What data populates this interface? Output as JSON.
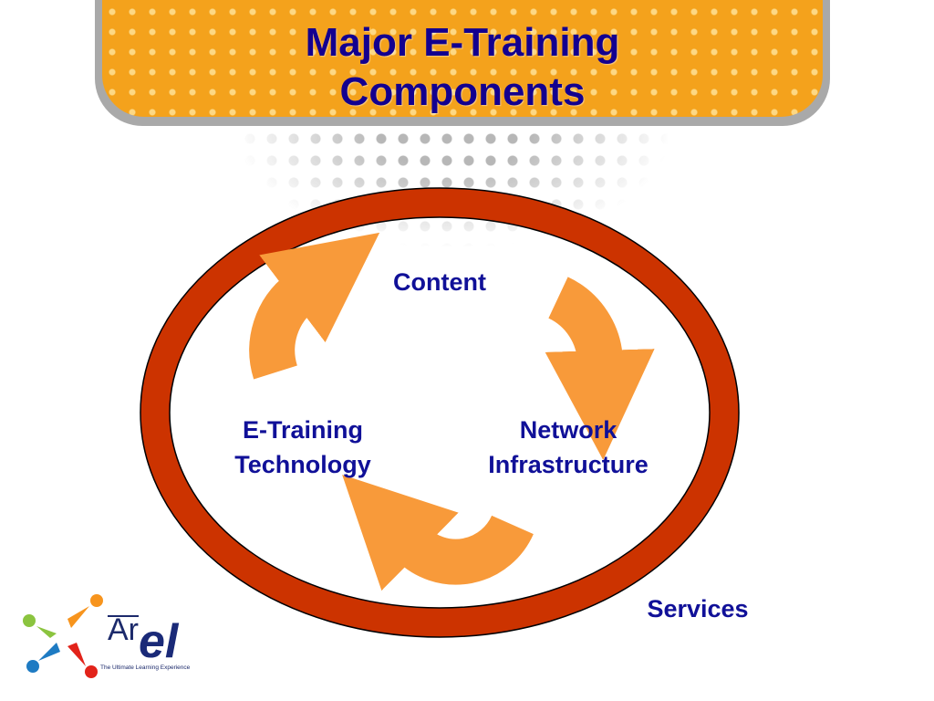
{
  "slide": {
    "title_lines": [
      "Major E-Training",
      "Components"
    ],
    "banner_color": "#f4a21c",
    "title_color": "#13008f"
  },
  "diagram": {
    "ring_color": "#cc3300",
    "arrow_color": "#f89a3a",
    "label_color": "#101098",
    "nodes": {
      "content": "Content",
      "network": [
        "Network",
        "Infrastructure"
      ],
      "technology": [
        "E-Training",
        "Technology"
      ]
    },
    "outer_label": "Services"
  },
  "logo": {
    "text_ar": "Ar",
    "text_el": "el",
    "tagline": "The Ultimate Learning Experience"
  }
}
